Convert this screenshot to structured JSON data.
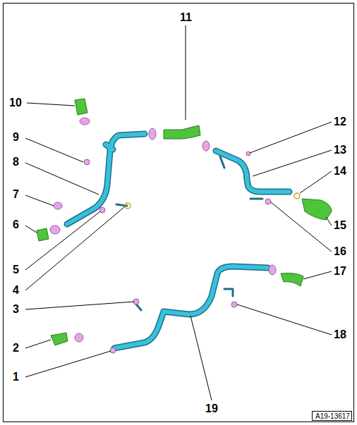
{
  "diagram": {
    "nodes": [
      {
        "text": [
          "A19-13617"
        ]
      }
    ],
    "labels": [
      "11",
      "10",
      "12",
      "9",
      "13",
      "8",
      "14",
      "7",
      "6",
      "15",
      "16",
      "5",
      "17",
      "4",
      "3",
      "18",
      "2",
      "1",
      "19"
    ]
  }
}
